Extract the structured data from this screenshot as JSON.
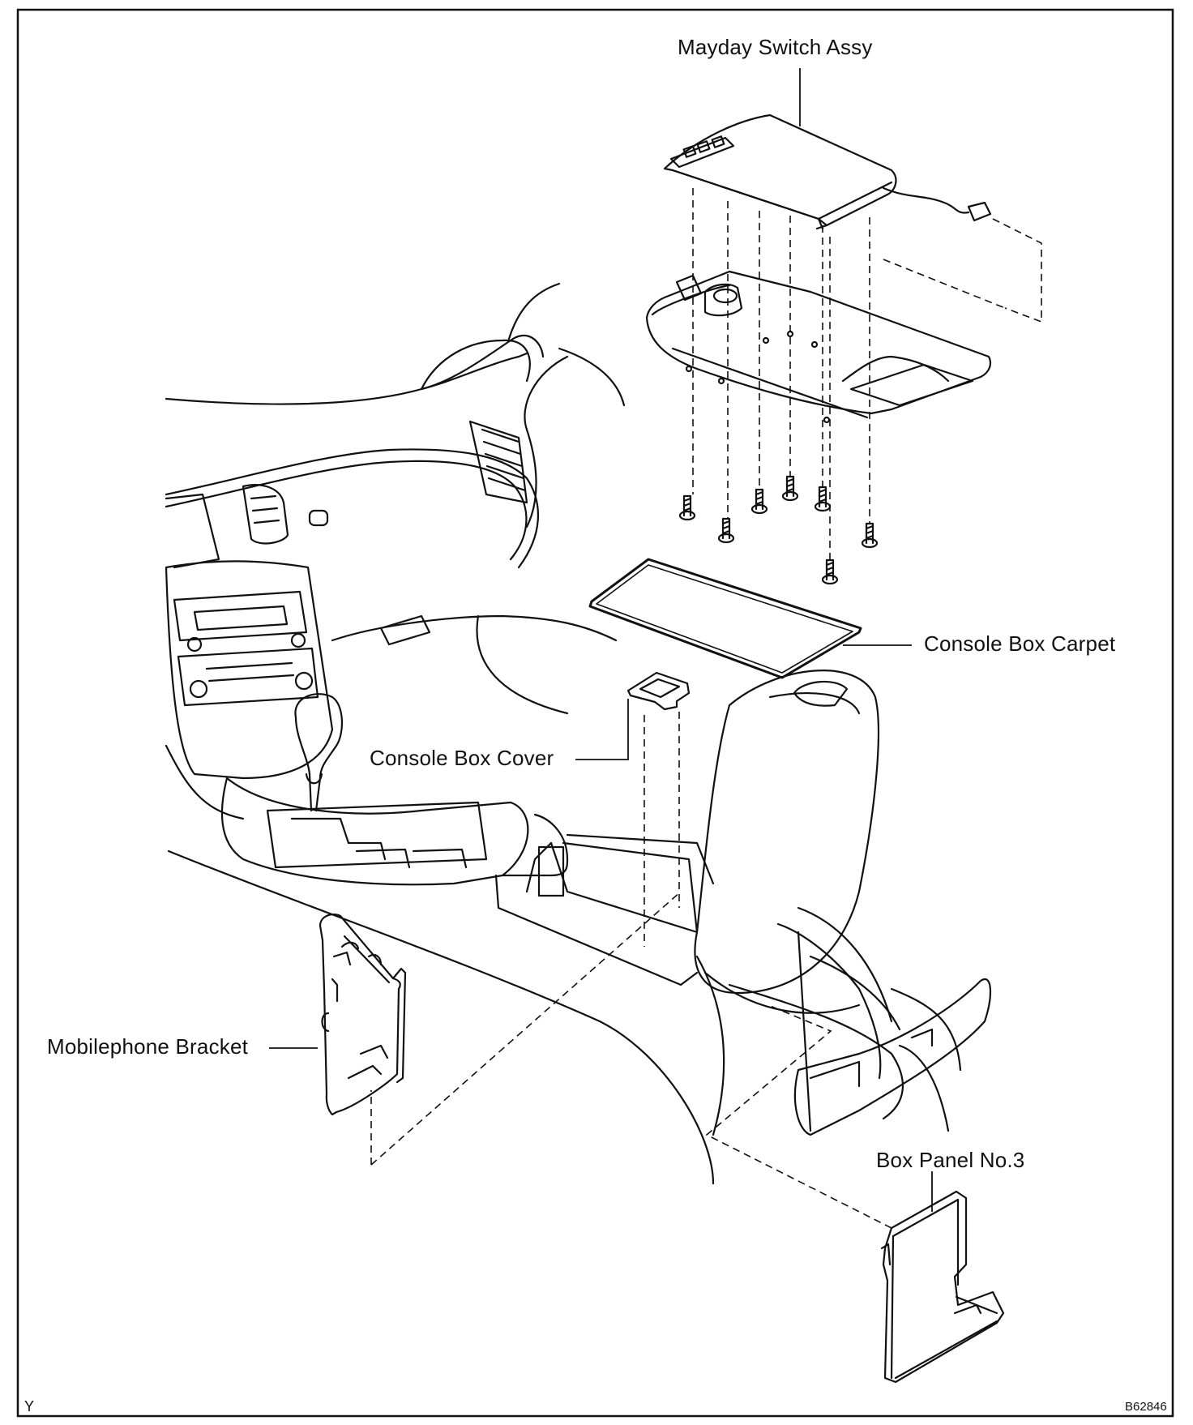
{
  "diagram": {
    "style": "technical line drawing, exploded view",
    "line_color": "#111111",
    "background": "#ffffff",
    "labels": {
      "mayday_switch_assy": "Mayday Switch Assy",
      "console_box_carpet": "Console Box Carpet",
      "console_box_cover": "Console Box Cover",
      "mobilephone_bracket": "Mobilephone Bracket",
      "box_panel_no3": "Box Panel No.3"
    },
    "corner_marks": {
      "bottom_left": "Y",
      "bottom_right": "B62846"
    }
  }
}
